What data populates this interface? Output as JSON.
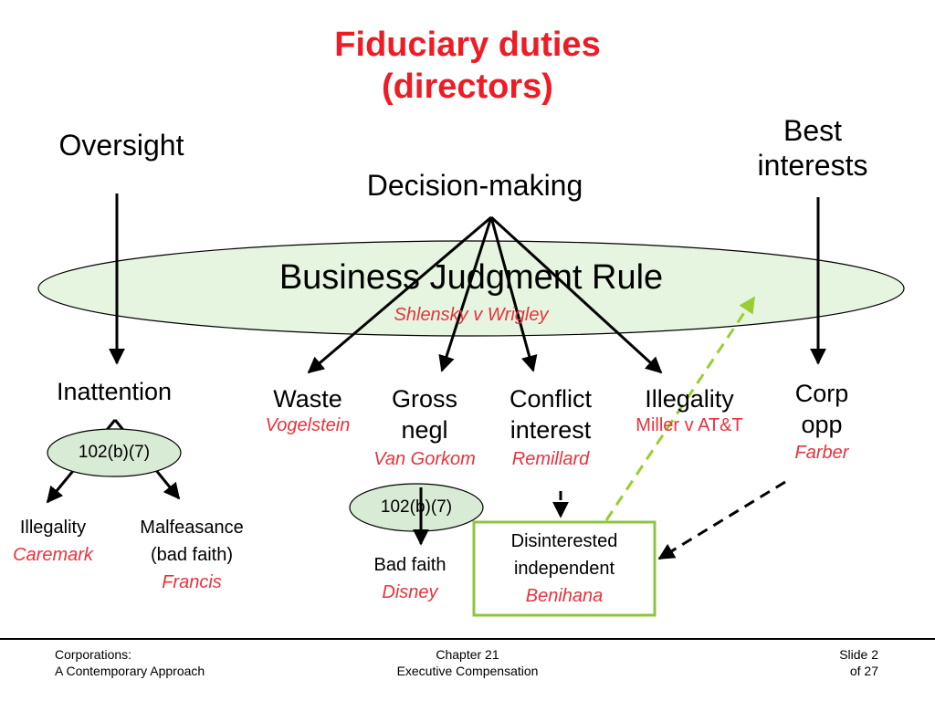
{
  "title": {
    "line1": "Fiduciary duties",
    "line2": "(directors)"
  },
  "top_labels": {
    "oversight": "Oversight",
    "decision_making": "Decision-making",
    "best_interests_1": "Best",
    "best_interests_2": "interests"
  },
  "bjr": {
    "label": "Business Judgment Rule",
    "case": "Shlensky v Wrigley"
  },
  "nodes": {
    "inattention": "Inattention",
    "waste": "Waste",
    "waste_case": "Vogelstein",
    "gross_1": "Gross",
    "gross_2": "negl",
    "gross_case": "Van Gorkom",
    "conflict_1": "Conflict",
    "conflict_2": "interest",
    "conflict_case": "Remillard",
    "illegality": "Illegality",
    "illegality_case": "Miller v AT&T",
    "corp_1": "Corp",
    "corp_2": "opp",
    "corp_case": "Farber"
  },
  "exculpation_1": "102(b)(7)",
  "exculpation_2": "102(b)(7)",
  "oversight_children": {
    "illegality": "Illegality",
    "illegality_case": "Caremark",
    "malfeasance_1": "Malfeasance",
    "malfeasance_2": "(bad faith)",
    "malfeasance_case": "Francis"
  },
  "bad_faith": {
    "label": "Bad faith",
    "case": "Disney"
  },
  "disinterested": {
    "line1": "Disinterested",
    "line2": "independent",
    "case": "Benihana"
  },
  "footer": {
    "left_1": "Corporations:",
    "left_2": "A Contemporary Approach",
    "center_1": "Chapter 21",
    "center_2": "Executive Compensation",
    "right_1": "Slide 2",
    "right_2": "of 27"
  },
  "colors": {
    "title": "#ee1c25",
    "case": "#e8323c",
    "ellipse_fill": "#e6f5e0",
    "box_border": "#8cc63f",
    "dashed_green": "#9acd32"
  }
}
